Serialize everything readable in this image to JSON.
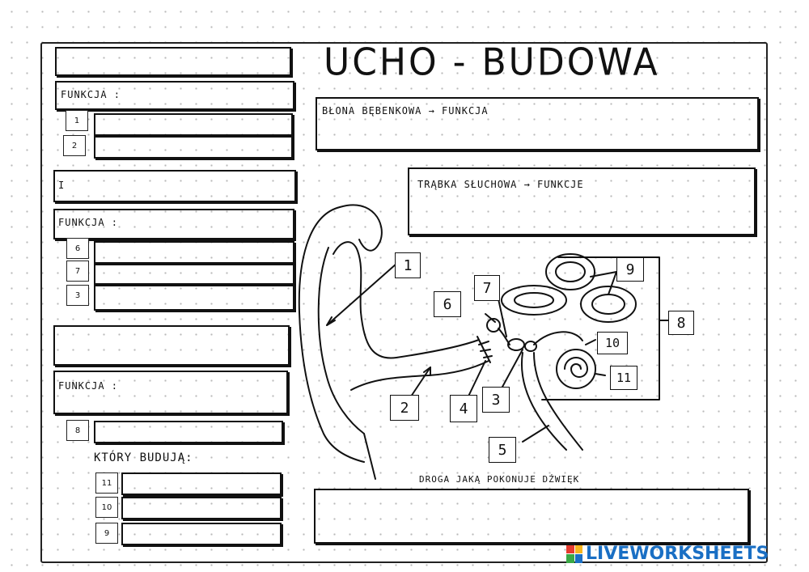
{
  "title": "UCHO - BUDOWA",
  "left": {
    "function_label_1": "FUNKCJA :",
    "function_label_2": "FUNKCJA :",
    "function_label_3": "FUNKCJA :",
    "box_roman": "I",
    "which_build_label": "KTÓRY BUDUJĄ:",
    "numbers": {
      "n1": "1",
      "n2": "2",
      "n6": "6",
      "n7": "7",
      "n3": "3",
      "n8": "8",
      "n11": "11",
      "n10": "10",
      "n9": "9"
    }
  },
  "right": {
    "eardrum_label": "BŁONA BĘBENKOWA → FUNKCJA",
    "tube_label": "TRĄBKA SŁUCHOWA → FUNKCJE",
    "path_label": "DROGA JAKĄ POKONUJE DŹWIĘK"
  },
  "diagram_tags": [
    "1",
    "2",
    "3",
    "4",
    "5",
    "6",
    "7",
    "8",
    "9",
    "10",
    "11"
  ],
  "footer": {
    "brand": "LIVEWORKSHEETS",
    "brand_color": "#1a6fc4"
  }
}
